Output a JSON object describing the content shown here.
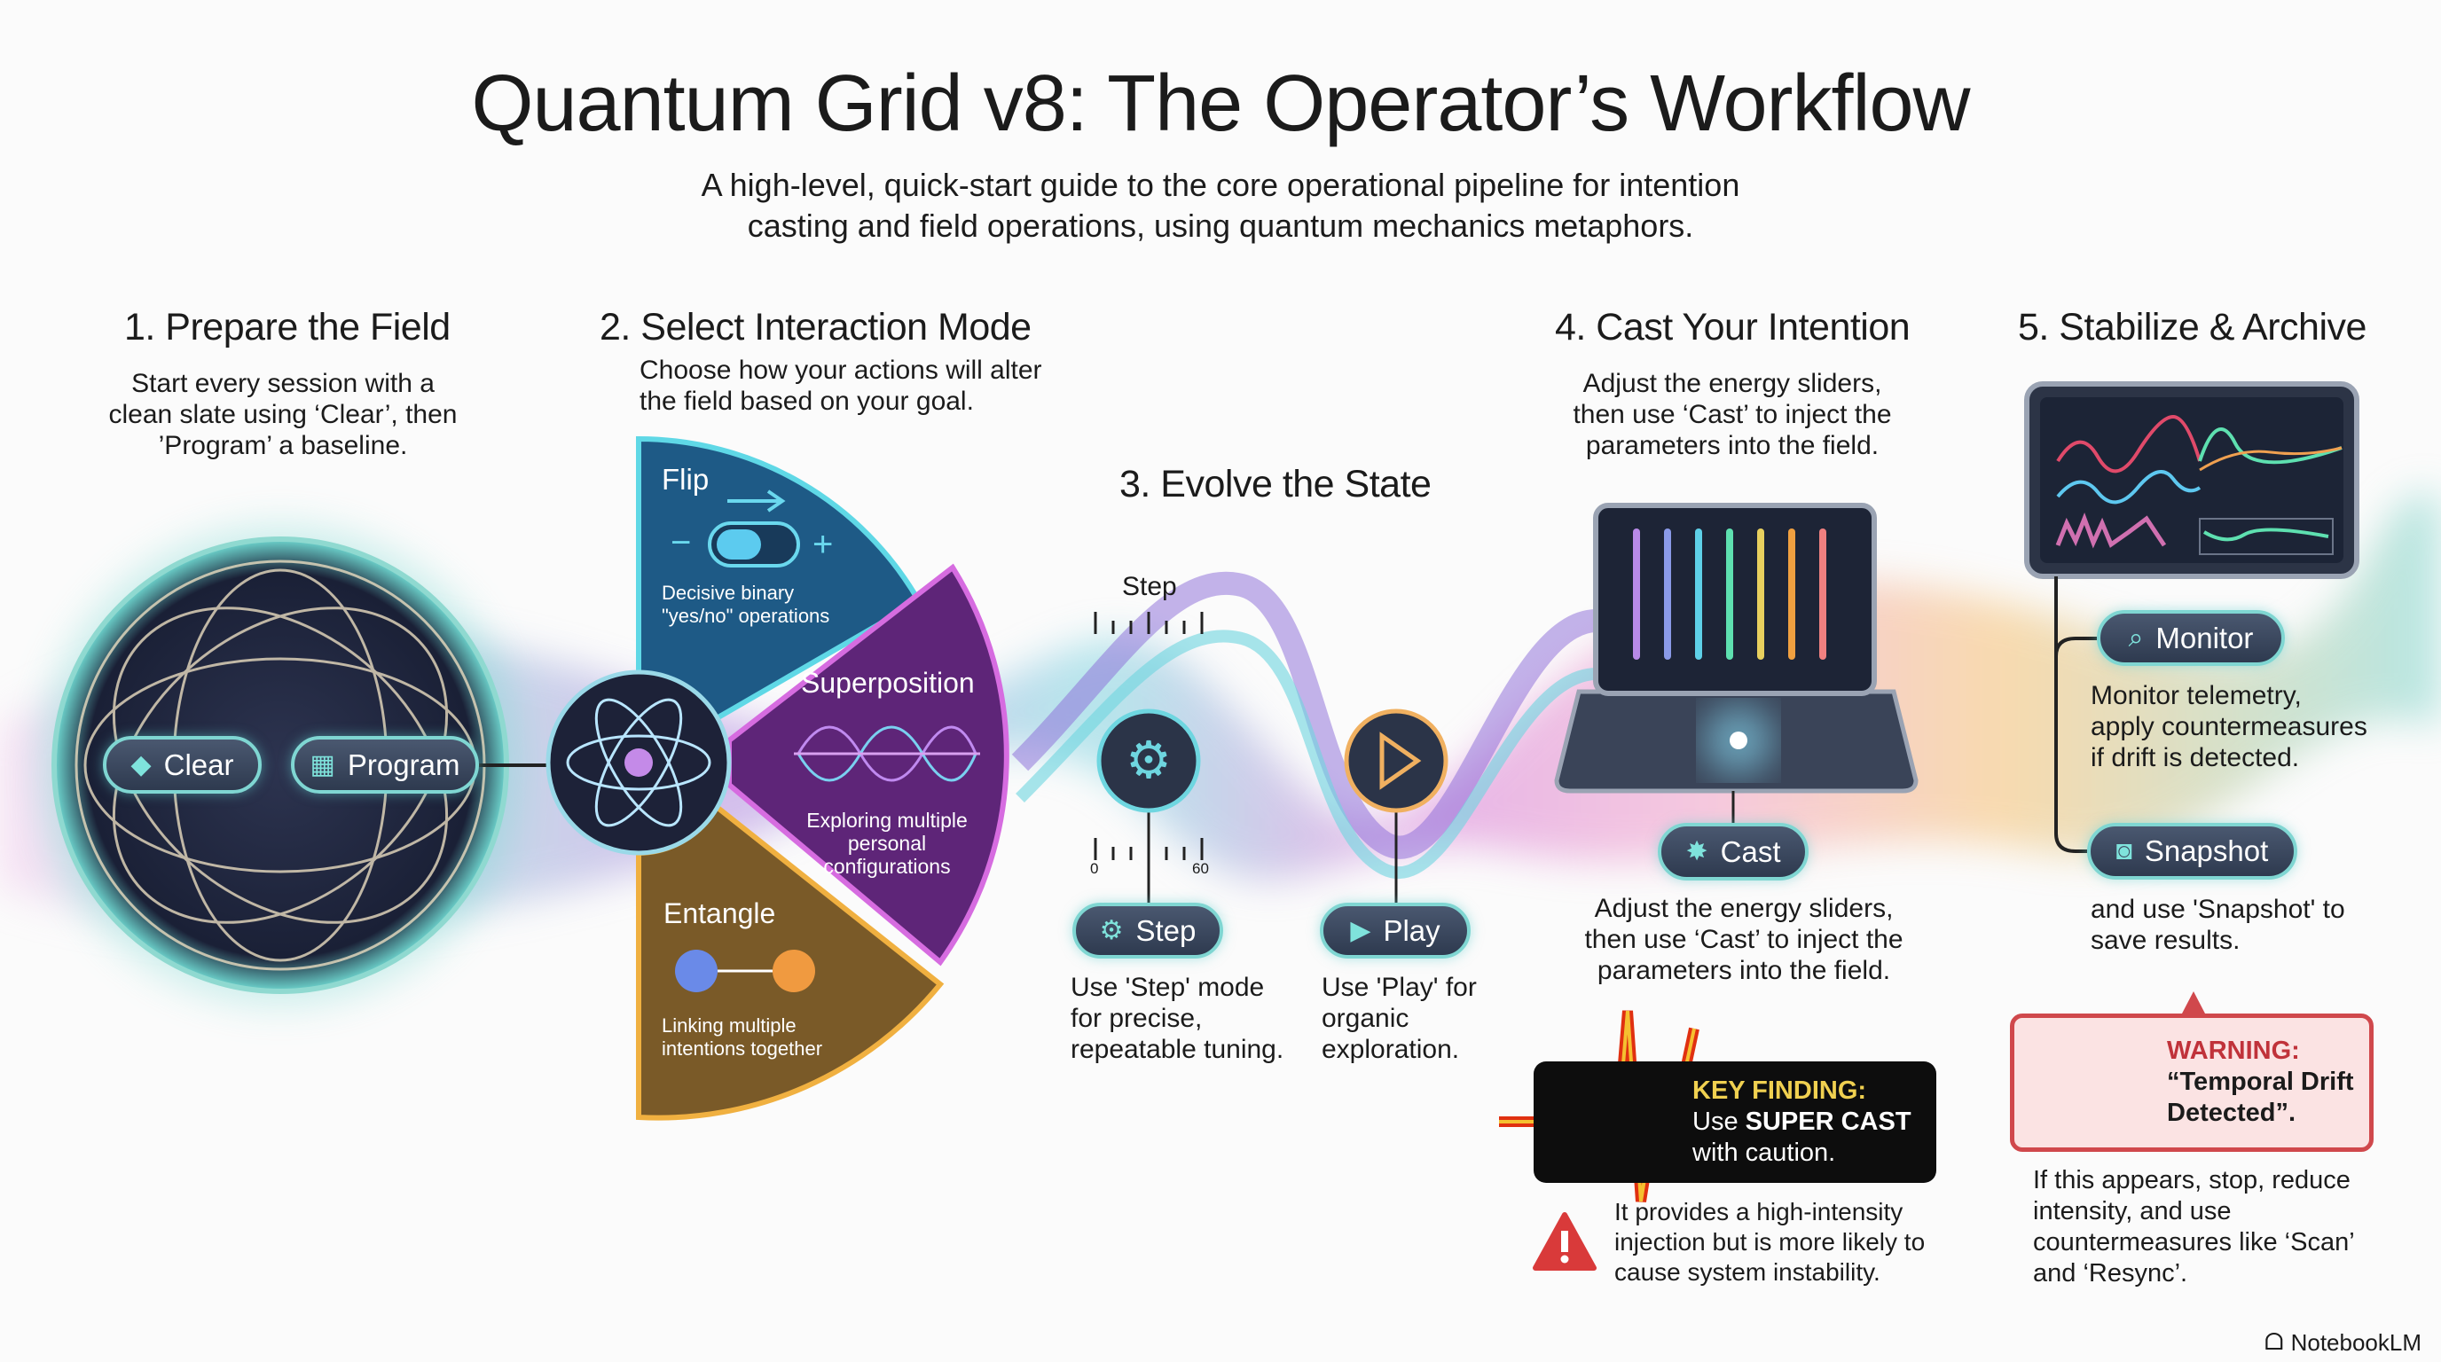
{
  "title": "Quantum Grid v8: The Operator’s Workflow",
  "subtitle": [
    "A high-level, quick-start guide to the core operational pipeline for intention",
    "casting and field operations, using quantum mechanics metaphors."
  ],
  "step1": {
    "heading": "1. Prepare the Field",
    "desc": [
      "Start every session with a",
      "clean slate using ‘Clear’, then",
      "’Program’ a baseline."
    ],
    "clear": "Clear",
    "program": "Program"
  },
  "step2": {
    "heading": "2. Select Interaction Mode",
    "desc": [
      "Choose how your actions will alter",
      "the field based on your goal."
    ],
    "modes": [
      {
        "name": "Flip",
        "desc": [
          "Decisive  binary",
          "\"yes/no\" operations"
        ],
        "color": "#1e5a86"
      },
      {
        "name": "Superposition",
        "desc": [
          "Exploring multiple",
          "personal",
          "configurations"
        ],
        "color": "#6b2a87"
      },
      {
        "name": "Entangle",
        "desc": [
          "Linking multiple",
          "intentions together"
        ],
        "color": "#8a6220"
      }
    ]
  },
  "step3": {
    "heading": "3. Evolve the State",
    "ruler_label": "Step",
    "ruler_min": "0",
    "ruler_max": "60",
    "step": "Step",
    "play": "Play",
    "step_desc": [
      "Use 'Step' mode",
      "for precise,",
      "repeatable tuning."
    ],
    "play_desc": [
      "Use 'Play' for",
      "organic",
      "exploration."
    ]
  },
  "step4": {
    "heading": "4. Cast Your Intention",
    "desc": [
      "Adjust the energy sliders,",
      "then use ‘Cast’ to inject the",
      "parameters into the field."
    ],
    "cast": "Cast",
    "cast_desc": [
      "Adjust the energy sliders,",
      "then use ‘Cast’ to inject the",
      "parameters into the field."
    ],
    "key_label": "KEY FINDING:",
    "key_pre": "Use ",
    "key_bold": "SUPER CAST",
    "key_post": "with caution.",
    "key_desc": [
      "It provides a high-intensity",
      "injection but is more likely to",
      "cause system instability."
    ]
  },
  "step5": {
    "heading": "5. Stabilize & Archive",
    "monitor": "Monitor",
    "monitor_desc": [
      "Monitor telemetry,",
      "apply countermeasures",
      "if drift is detected."
    ],
    "snapshot": "Snapshot",
    "snapshot_desc": [
      "and use 'Snapshot' to",
      "save results."
    ],
    "warning_label": "WARNING:",
    "warning_text": [
      "“Temporal Drift",
      "Detected”."
    ],
    "warning_desc": [
      "If this appears, stop, reduce",
      "intensity, and use",
      "countermeasures like ‘Scan’",
      "and ‘Resync’."
    ]
  },
  "brand": "NotebookLM"
}
